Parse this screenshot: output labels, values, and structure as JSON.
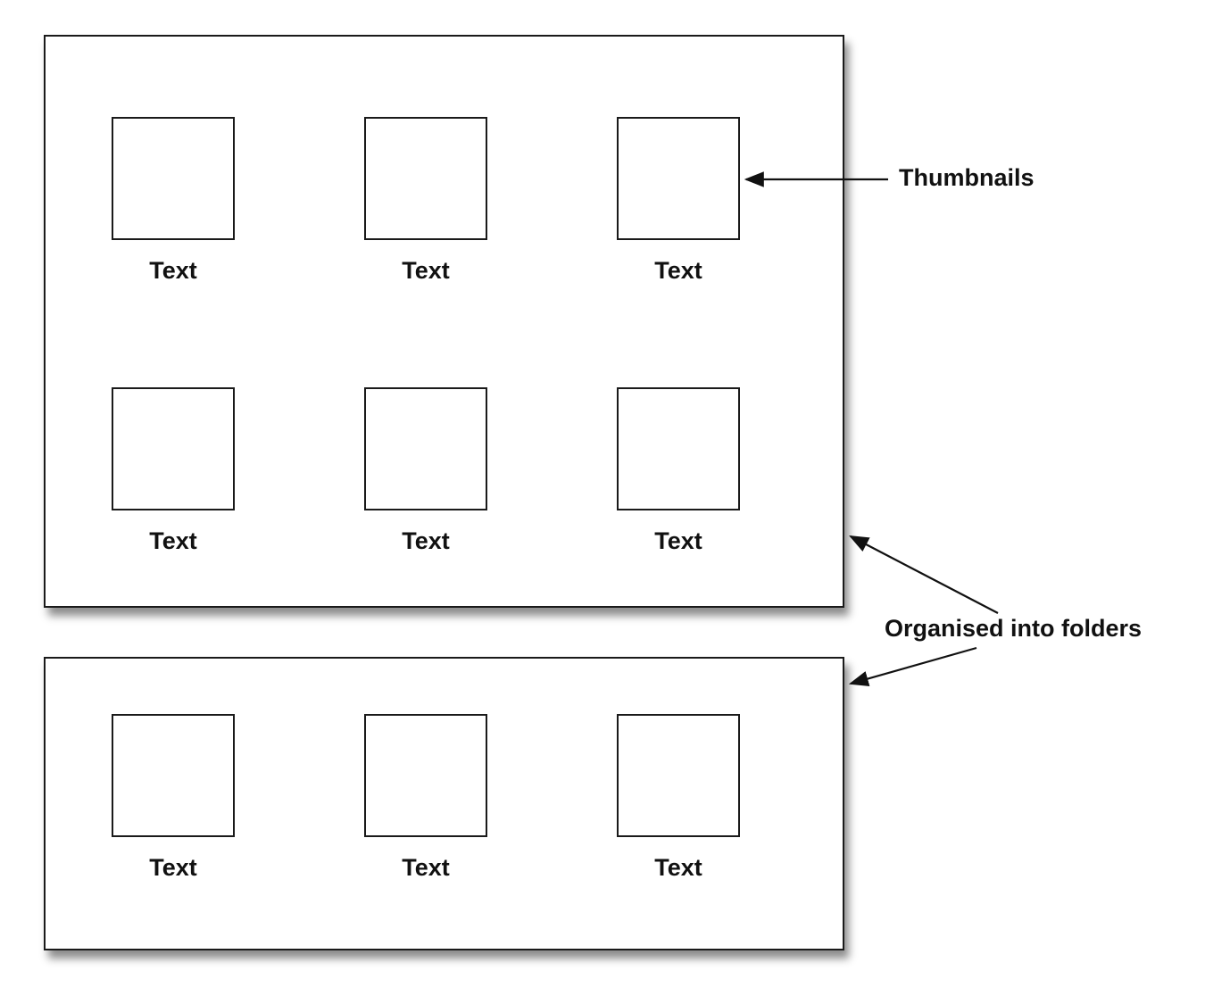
{
  "folders": [
    {
      "items": [
        {
          "label": "Text"
        },
        {
          "label": "Text"
        },
        {
          "label": "Text"
        },
        {
          "label": "Text"
        },
        {
          "label": "Text"
        },
        {
          "label": "Text"
        }
      ]
    },
    {
      "items": [
        {
          "label": "Text"
        },
        {
          "label": "Text"
        },
        {
          "label": "Text"
        }
      ]
    }
  ],
  "callouts": {
    "thumbnails": "Thumbnails",
    "folders": "Organised into folders"
  }
}
